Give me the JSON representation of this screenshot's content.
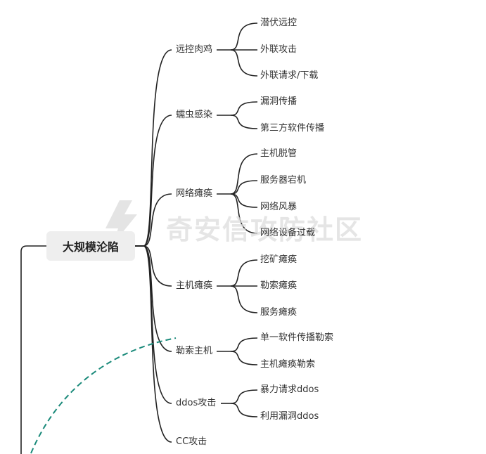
{
  "root": {
    "label": "大规模沦陷"
  },
  "watermark": {
    "text": "奇安信攻防社区"
  },
  "branches": [
    {
      "label": "远控肉鸡",
      "children": [
        "潜伏远控",
        "外联攻击",
        "外联请求/下载"
      ]
    },
    {
      "label": "蠕虫感染",
      "children": [
        "漏洞传播",
        "第三方软件传播"
      ]
    },
    {
      "label": "网络瘫痪",
      "children": [
        "主机脱管",
        "服务器宕机",
        "网络风暴",
        "网络设备过载"
      ]
    },
    {
      "label": "主机瘫痪",
      "children": [
        "挖矿瘫痪",
        "勒索瘫痪",
        "服务瘫痪"
      ]
    },
    {
      "label": "勒索主机",
      "children": [
        "单一软件传播勒索",
        "主机瘫痪勒索"
      ]
    },
    {
      "label": "ddos攻击",
      "children": [
        "暴力请求ddos",
        "利用漏洞ddos"
      ]
    },
    {
      "label": "CC攻击",
      "children": []
    }
  ],
  "colors": {
    "line": "#222222",
    "dashed_arrow": "#1a8a7a",
    "root_bg": "#eeeeee",
    "watermark": "#dddddd"
  }
}
